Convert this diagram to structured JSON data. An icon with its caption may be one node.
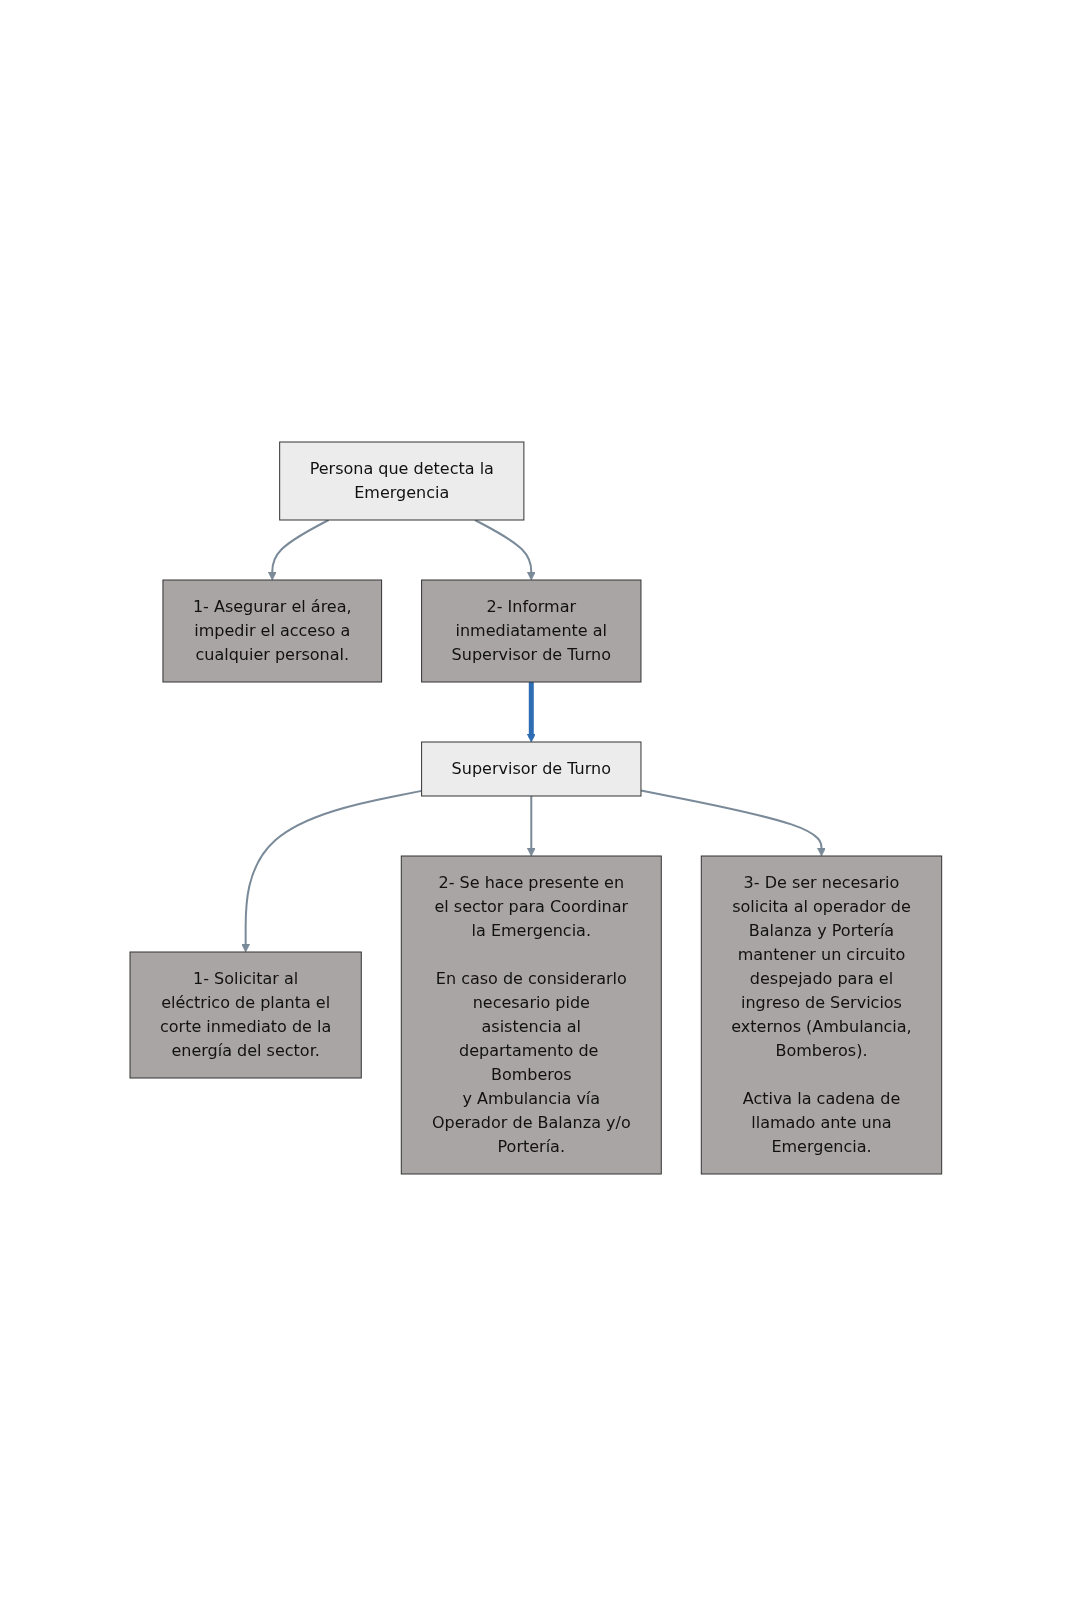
{
  "diagram": {
    "nodes": [
      {
        "text": [
          "Persona que detecta la Emergencia"
        ]
      },
      {
        "text": [
          "1- Asegurar el área, impedir el acceso a cualquier personal."
        ]
      },
      {
        "text": [
          "2- Informar inmediatamente al Supervisor de Turno"
        ]
      },
      {
        "text": [
          "Supervisor de Turno"
        ]
      },
      {
        "text": [
          "1- Solicitar al eléctrico de planta el corte inmediato de la energía del sector."
        ]
      },
      {
        "text": [
          "2- Se hace presente en el sector para Coordinar la Emergencia.",
          "En caso de considerarlo necesario pide asistencia al departamento de Bomberos y Ambulancia vía Operador de Balanza y/o Portería."
        ]
      },
      {
        "text": [
          "3- De ser necesario solicita al operador de Balanza y Portería mantener un circuito despejado para el ingreso de Servicios externos (Ambulancia, Bomberos).",
          "Activa la cadena de llamado ante una Emergencia."
        ]
      }
    ],
    "edges": [
      {
        "from": 0,
        "to": 1,
        "arrow": "to"
      },
      {
        "from": 0,
        "to": 2,
        "arrow": "to"
      },
      {
        "from": 2,
        "to": 3,
        "arrow": "to",
        "style": "thick",
        "color": "#2e6db4"
      },
      {
        "from": 3,
        "to": 4,
        "arrow": "to"
      },
      {
        "from": 3,
        "to": 5,
        "arrow": "to"
      },
      {
        "from": 3,
        "to": 6,
        "arrow": "to"
      }
    ]
  }
}
